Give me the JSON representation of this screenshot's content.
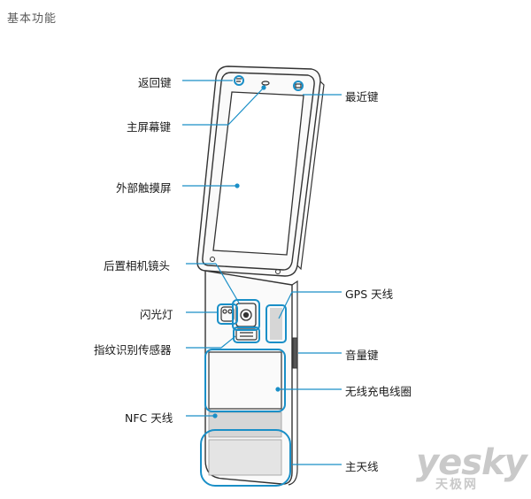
{
  "section_title": "基本功能",
  "labels": {
    "back_key": "返回键",
    "home_key": "主屏幕键",
    "external_touchscreen": "外部触摸屏",
    "rear_camera": "后置相机镜头",
    "flash": "闪光灯",
    "fingerprint_sensor": "指纹识别传感器",
    "nfc_antenna": "NFC 天线",
    "recent_key": "最近键",
    "gps_antenna": "GPS 天线",
    "volume_key": "音量键",
    "wireless_charging_coil": "无线充电线圈",
    "main_antenna": "主天线"
  },
  "watermark": {
    "brand": "yesky",
    "sub": "天极网"
  },
  "colors": {
    "callout": "#1a8fc7",
    "outline": "#333333",
    "shade": "#d6d6d6"
  }
}
